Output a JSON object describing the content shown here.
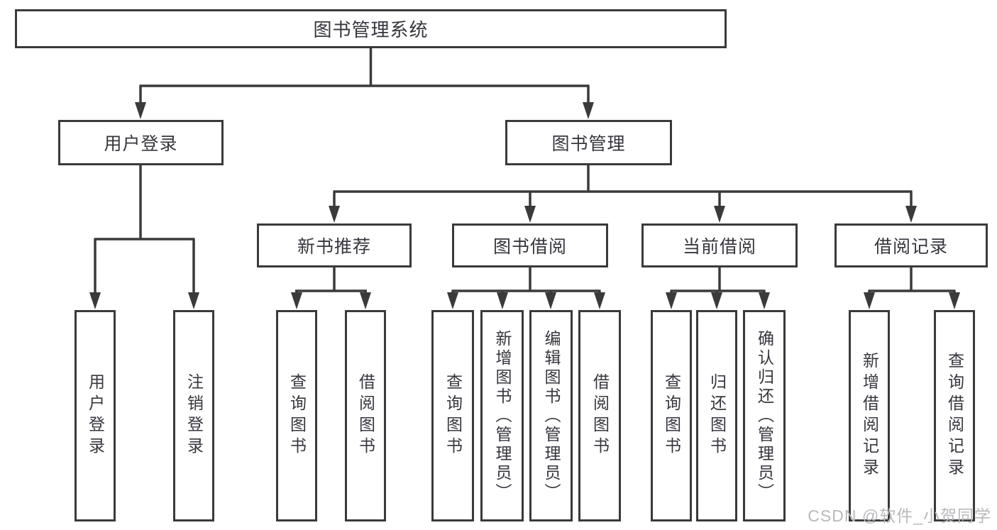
{
  "colors": {
    "line": "#3a3a3a",
    "box_border": "#3a3a3a",
    "text": "#36363e",
    "background": "#ffffff",
    "watermark": "#b9b9bd"
  },
  "watermark": {
    "text": "CSDN @软件_小贺同学"
  },
  "tree": {
    "root": {
      "label": "图书管理系统"
    },
    "branches": [
      {
        "label": "用户登录",
        "children": [
          {
            "label": "用户登录"
          },
          {
            "label": "注销登录"
          }
        ]
      },
      {
        "label": "图书管理",
        "children": [
          {
            "label": "新书推荐",
            "children": [
              {
                "label": "查询图书"
              },
              {
                "label": "借阅图书"
              }
            ]
          },
          {
            "label": "图书借阅",
            "children": [
              {
                "label": "查询图书"
              },
              {
                "label": "新增图书（管理员）"
              },
              {
                "label": "编辑图书（管理员）"
              },
              {
                "label": "借阅图书"
              }
            ]
          },
          {
            "label": "当前借阅",
            "children": [
              {
                "label": "查询图书"
              },
              {
                "label": "归还图书"
              },
              {
                "label": "确认归还（管理员）"
              }
            ]
          },
          {
            "label": "借阅记录",
            "children": [
              {
                "label": "新增借阅记录"
              },
              {
                "label": "查询借阅记录"
              }
            ]
          }
        ]
      }
    ]
  }
}
